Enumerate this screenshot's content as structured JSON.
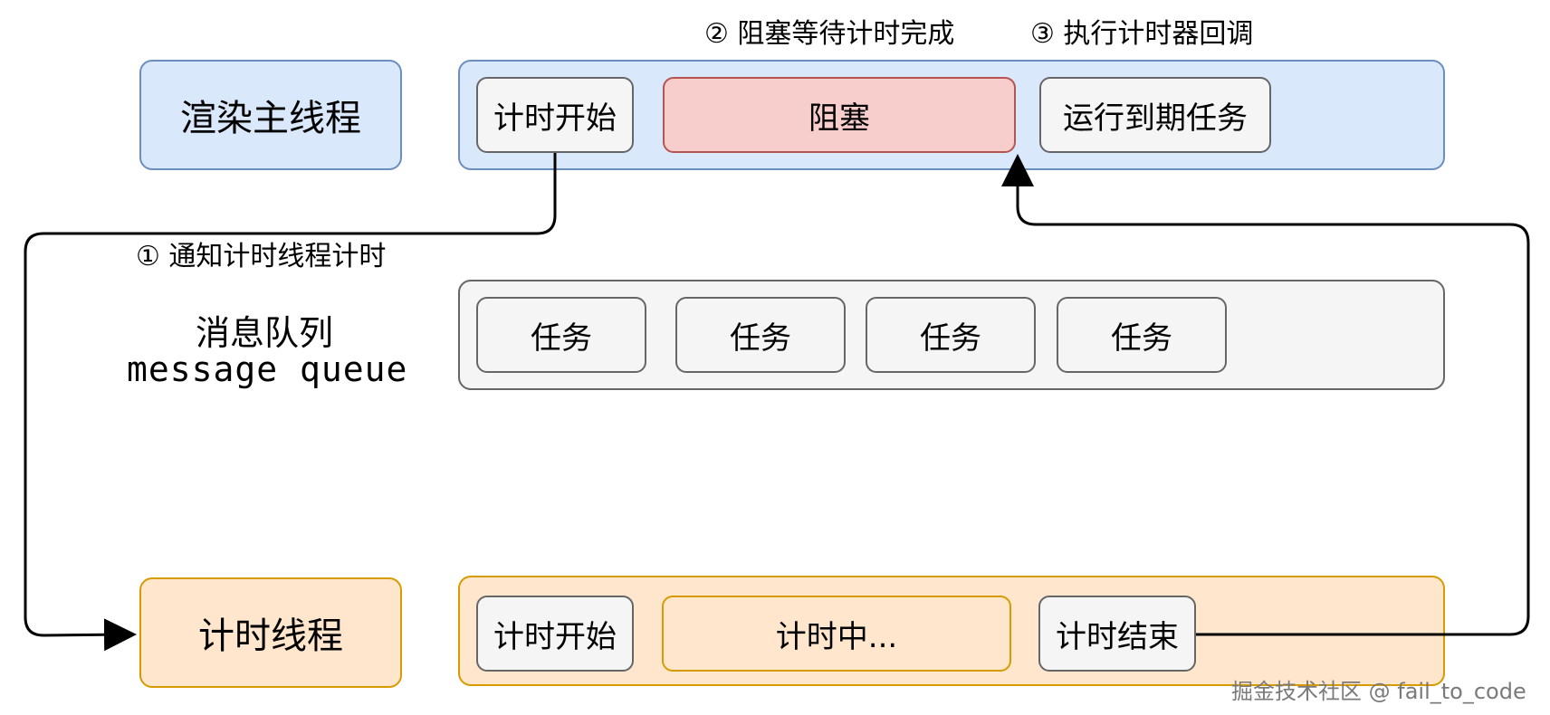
{
  "steps": {
    "step1": "① 通知计时线程计时",
    "step2": "② 阻塞等待计时完成",
    "step3": "③ 执行计时器回调"
  },
  "lanes": {
    "main_thread": {
      "label": "渲染主线程",
      "items": [
        "计时开始",
        "阻塞",
        "运行到期任务"
      ]
    },
    "message_queue": {
      "label_cn": "消息队列",
      "label_en": "message queue",
      "items": [
        "任务",
        "任务",
        "任务",
        "任务"
      ]
    },
    "timer_thread": {
      "label": "计时线程",
      "items": [
        "计时开始",
        "计时中...",
        "计时结束"
      ]
    }
  },
  "watermark": "掘金技术社区 @ fail_to_code",
  "colors": {
    "blue_fill": "#dae8fc",
    "blue_stroke": "#6c8ebf",
    "orange_fill": "#ffe6cc",
    "orange_stroke": "#d79b00",
    "gray_fill": "#f5f5f5",
    "gray_stroke": "#666666",
    "red_fill": "#f8cecc",
    "red_stroke": "#b85450"
  }
}
